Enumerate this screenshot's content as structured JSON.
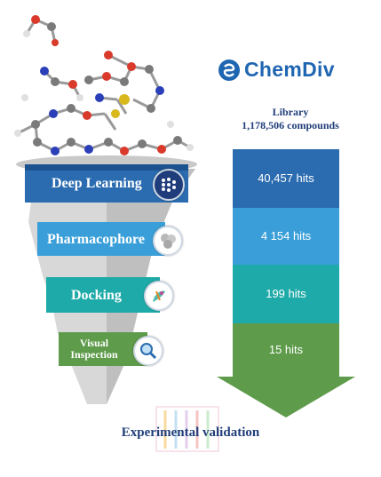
{
  "logo": {
    "text": "ChemDiv",
    "color": "#1f66b2"
  },
  "library": {
    "title_line1": "Library",
    "title_line2": "1,178,506 compounds",
    "color": "#1f3d7a"
  },
  "stages": [
    {
      "label": "Deep Learning",
      "color": "#2b6cb0",
      "icon": "neural-network-icon"
    },
    {
      "label": "Pharmacophore",
      "color": "#3a9fd8",
      "icon": "pharmacophore-spheres-icon"
    },
    {
      "label": "Docking",
      "color": "#1eaaa8",
      "icon": "docking-pocket-icon"
    },
    {
      "label_line1": "Visual",
      "label_line2": "Inspection",
      "color": "#5e9b4a",
      "icon": "magnifier-icon"
    }
  ],
  "hits": [
    {
      "label": "40,457 hits",
      "color": "#2b6cb0"
    },
    {
      "label": "4 154 hits",
      "color": "#3a9fd8"
    },
    {
      "label": "199 hits",
      "color": "#1eaaa8"
    },
    {
      "label": "15 hits",
      "color": "#5e9b4a"
    }
  ],
  "footer": {
    "label": "Experimental validation",
    "icon": "test-tubes-icon"
  }
}
